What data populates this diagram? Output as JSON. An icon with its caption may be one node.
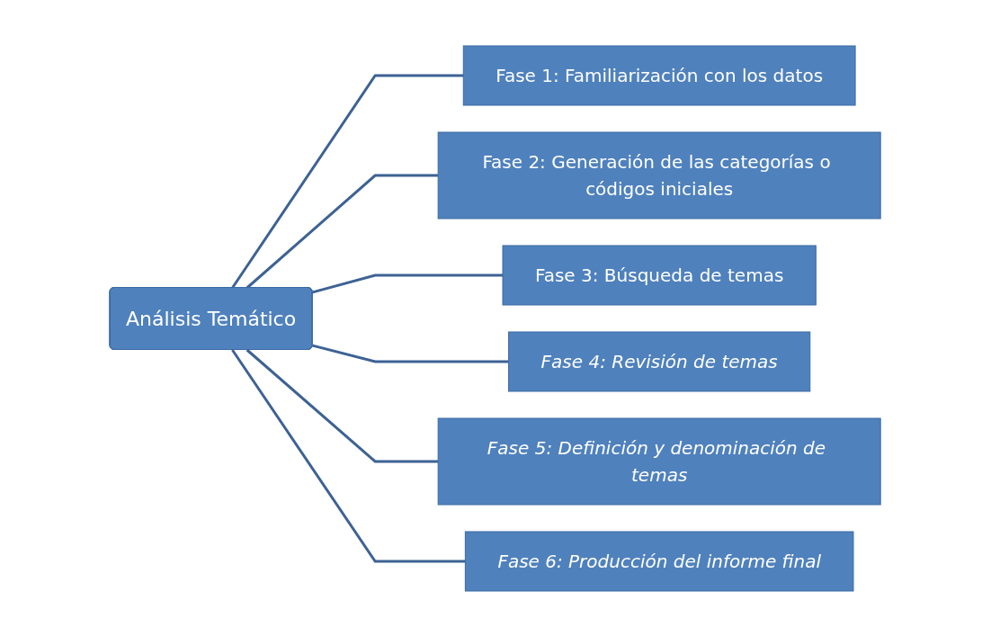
{
  "diagram": {
    "nodes": [
      {
        "text": [
          "Análisis Temático"
        ]
      },
      {
        "text": [
          "Fase 1: Familiarización con los datos"
        ]
      },
      {
        "text": [
          "Fase 2: Generación de las categorías o códigos iniciales"
        ]
      },
      {
        "text": [
          "Fase 3: Búsqueda de temas"
        ]
      },
      {
        "text": [
          "Fase 4: Revisión de temas"
        ]
      },
      {
        "text": [
          "Fase 5: Definición y denominación de temas"
        ]
      },
      {
        "text": [
          "Fase 6: Producción del informe final"
        ]
      }
    ],
    "edges": [
      {
        "from": 0,
        "to": 1,
        "arrow": "none"
      },
      {
        "from": 0,
        "to": 2,
        "arrow": "none"
      },
      {
        "from": 0,
        "to": 3,
        "arrow": "none"
      },
      {
        "from": 0,
        "to": 4,
        "arrow": "none"
      },
      {
        "from": 0,
        "to": 5,
        "arrow": "none"
      },
      {
        "from": 0,
        "to": 6,
        "arrow": "none"
      }
    ]
  }
}
